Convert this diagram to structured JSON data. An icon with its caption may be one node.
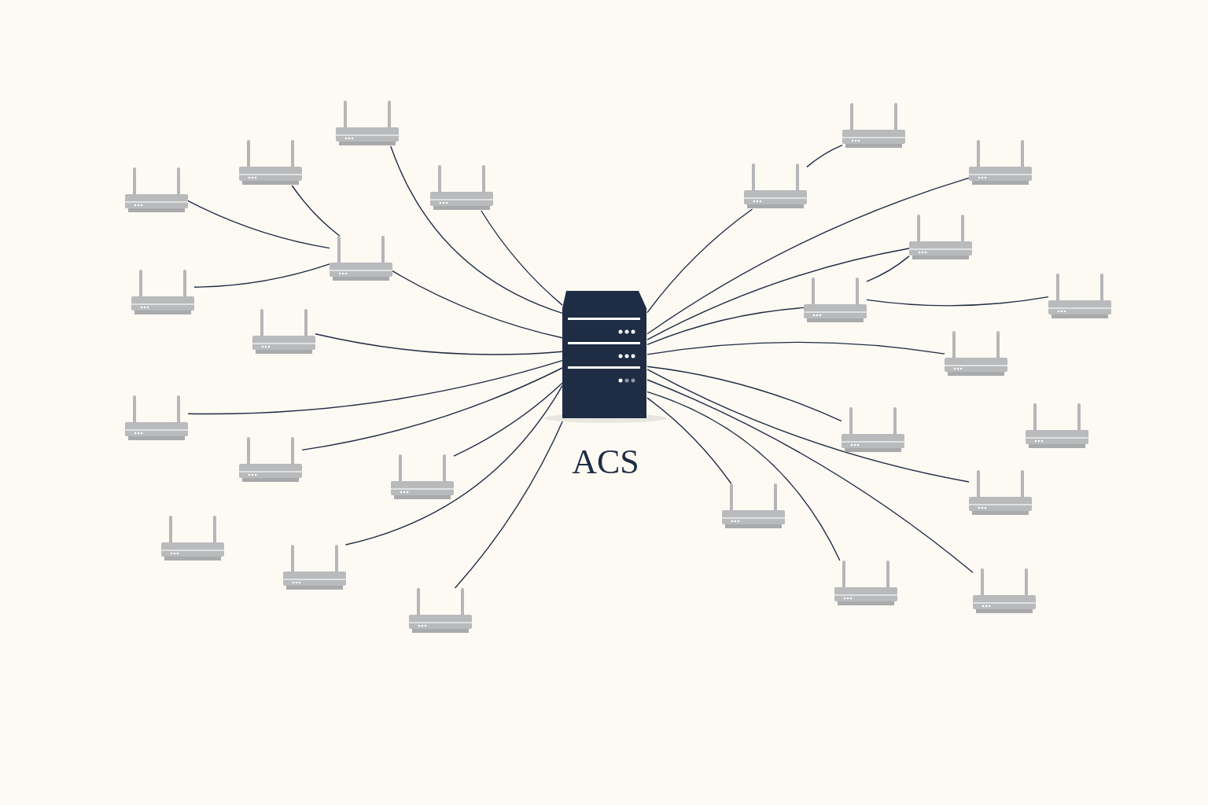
{
  "diagram": {
    "nodes": [
      {
        "text": [
          "ACS"
        ]
      },
      {
        "text": [],
        "shape": "picture"
      },
      {
        "text": [],
        "shape": "picture"
      },
      {
        "text": [],
        "shape": "picture"
      },
      {
        "text": [],
        "shape": "picture"
      },
      {
        "text": [],
        "shape": "picture"
      },
      {
        "text": [],
        "shape": "picture"
      },
      {
        "text": [],
        "shape": "picture"
      },
      {
        "text": [],
        "shape": "picture"
      },
      {
        "text": [],
        "shape": "picture"
      },
      {
        "text": [],
        "shape": "picture"
      },
      {
        "text": [],
        "shape": "picture"
      },
      {
        "text": [],
        "shape": "picture"
      },
      {
        "text": [],
        "shape": "picture"
      },
      {
        "text": [],
        "shape": "picture"
      },
      {
        "text": [],
        "shape": "picture"
      },
      {
        "text": [],
        "shape": "picture"
      },
      {
        "text": [],
        "shape": "picture"
      },
      {
        "text": [],
        "shape": "picture"
      },
      {
        "text": [],
        "shape": "picture"
      },
      {
        "text": [],
        "shape": "picture"
      },
      {
        "text": [],
        "shape": "picture"
      },
      {
        "text": [],
        "shape": "picture"
      },
      {
        "text": [],
        "shape": "picture"
      },
      {
        "text": [],
        "shape": "picture"
      },
      {
        "text": [],
        "shape": "picture"
      },
      {
        "text": [],
        "shape": "picture"
      }
    ],
    "edges": [
      {
        "from": 1,
        "to": 0,
        "arrow": "none"
      },
      {
        "from": 4,
        "to": 0,
        "arrow": "none"
      },
      {
        "from": 2,
        "to": 5,
        "arrow": "none"
      },
      {
        "from": 3,
        "to": 5,
        "arrow": "none"
      },
      {
        "from": 6,
        "to": 5,
        "arrow": "none"
      },
      {
        "from": 5,
        "to": 0,
        "arrow": "none"
      },
      {
        "from": 7,
        "to": 0,
        "arrow": "none"
      },
      {
        "from": 8,
        "to": 0,
        "arrow": "none"
      },
      {
        "from": 9,
        "to": 0,
        "arrow": "none"
      },
      {
        "from": 10,
        "to": 0,
        "arrow": "none"
      },
      {
        "from": 12,
        "to": 0,
        "arrow": "none"
      },
      {
        "from": 13,
        "to": 0,
        "arrow": "none"
      },
      {
        "from": 14,
        "to": 15,
        "arrow": "none"
      },
      {
        "from": 15,
        "to": 0,
        "arrow": "none"
      },
      {
        "from": 16,
        "to": 0,
        "arrow": "none"
      },
      {
        "from": 17,
        "to": 0,
        "arrow": "none"
      },
      {
        "from": 18,
        "to": 17,
        "arrow": "none"
      },
      {
        "from": 18,
        "to": 0,
        "arrow": "none"
      },
      {
        "from": 18,
        "to": 19,
        "arrow": "none"
      },
      {
        "from": 20,
        "to": 0,
        "arrow": "none"
      },
      {
        "from": 21,
        "to": 0,
        "arrow": "none"
      },
      {
        "from": 0,
        "to": 23,
        "arrow": "none"
      },
      {
        "from": 24,
        "to": 0,
        "arrow": "none"
      },
      {
        "from": 25,
        "to": 0,
        "arrow": "none"
      },
      {
        "from": 26,
        "to": 0,
        "arrow": "none"
      }
    ]
  }
}
